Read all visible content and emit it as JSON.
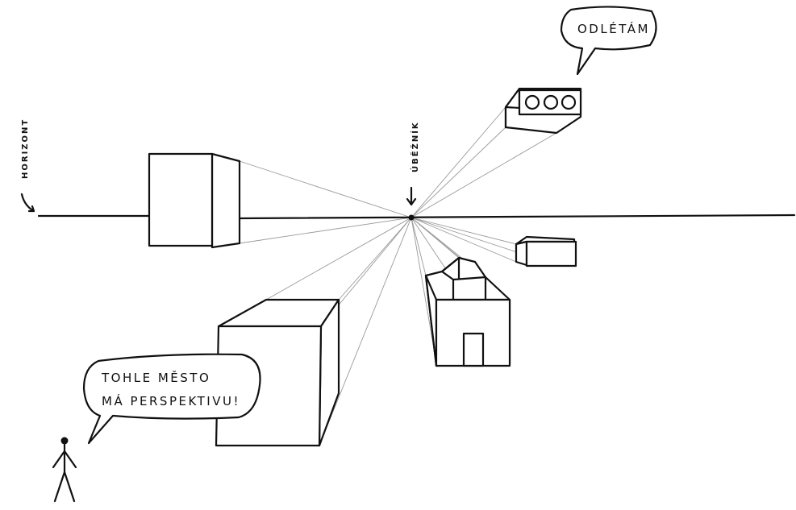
{
  "labels": {
    "horizon": "HORIZONT",
    "vanishing_point": "ÚBĚŽNÍK",
    "bubble_plane": "ODLÉTÁM",
    "bubble_person_line1": "TOHLE MĚSTO",
    "bubble_person_line2": "MÁ PERSPEKTIVU!"
  },
  "colors": {
    "ink": "#111111",
    "construction_lines": "#9a9a9a",
    "background": "#ffffff"
  }
}
